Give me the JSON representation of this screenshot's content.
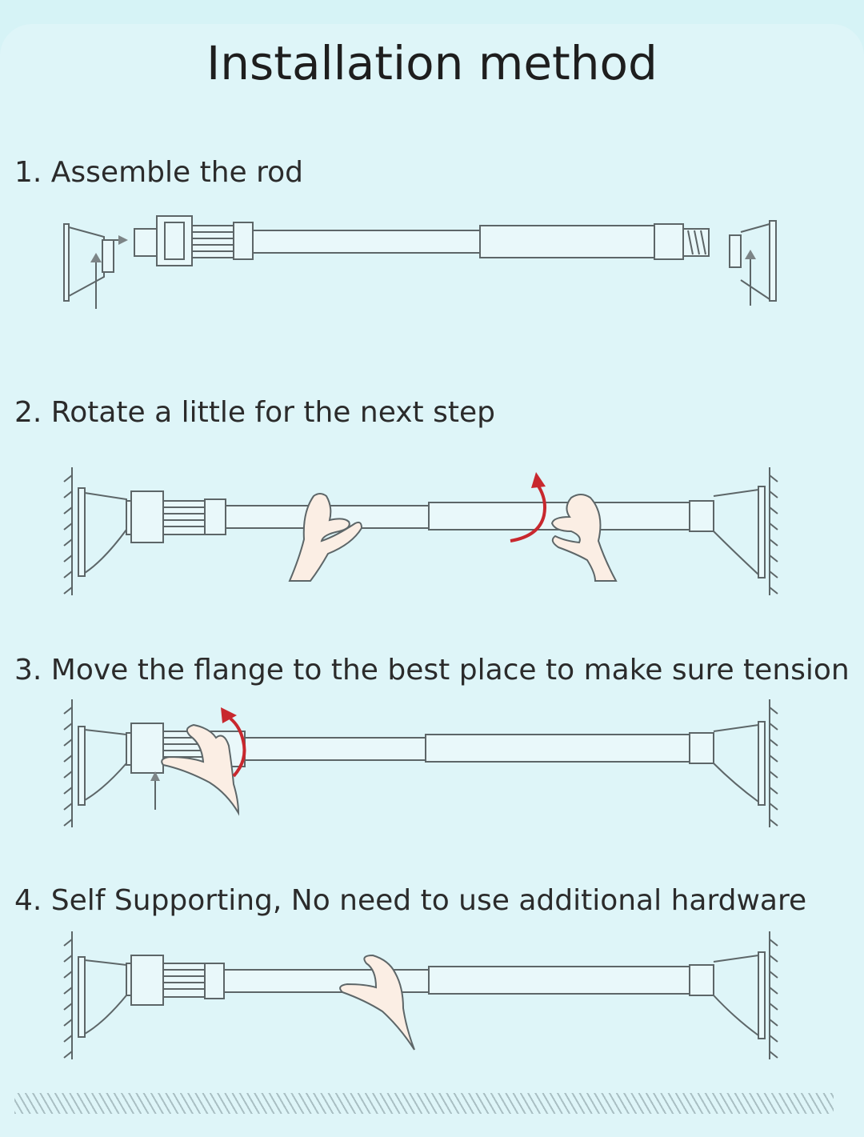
{
  "title": "Installation method",
  "steps": [
    {
      "label": "1. Assemble the rod"
    },
    {
      "label": "2. Rotate a little for the next step"
    },
    {
      "label": "3. Move the flange to the best place to make sure tension"
    },
    {
      "label": "4. Self Supporting, No need to use additional hardware"
    }
  ],
  "colors": {
    "background": "#d6f3f6",
    "line": "#5d6668",
    "arrow_accent": "#c8282e",
    "hand": "#fbeee4"
  },
  "icons": [
    "suction-cup-icon",
    "rotate-arrow-icon",
    "hand-icon",
    "wall-hatch-icon",
    "push-arrow-icon"
  ]
}
